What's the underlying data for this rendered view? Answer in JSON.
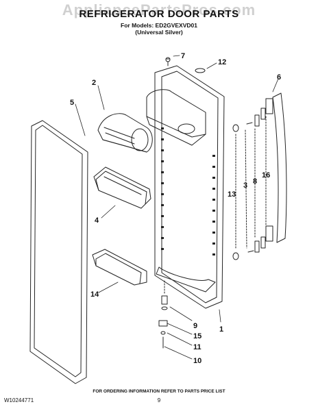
{
  "header": {
    "watermark": "AppliancePartsPros.com",
    "title": "REFRIGERATOR DOOR PARTS",
    "models_line": "For Models: ED2GVEXVD01",
    "color_line": "(Universal Silver)"
  },
  "callouts": [
    "7",
    "12",
    "2",
    "6",
    "5",
    "13",
    "3",
    "8",
    "16",
    "4",
    "14",
    "9",
    "15",
    "1",
    "11",
    "10"
  ],
  "footer": {
    "ordering_note": "FOR ORDERING INFORMATION REFER TO PARTS PRICE LIST",
    "doc_number": "W10244771",
    "page_number": "9"
  },
  "colors": {
    "line": "#222222",
    "watermark": "#d0d0d0"
  }
}
